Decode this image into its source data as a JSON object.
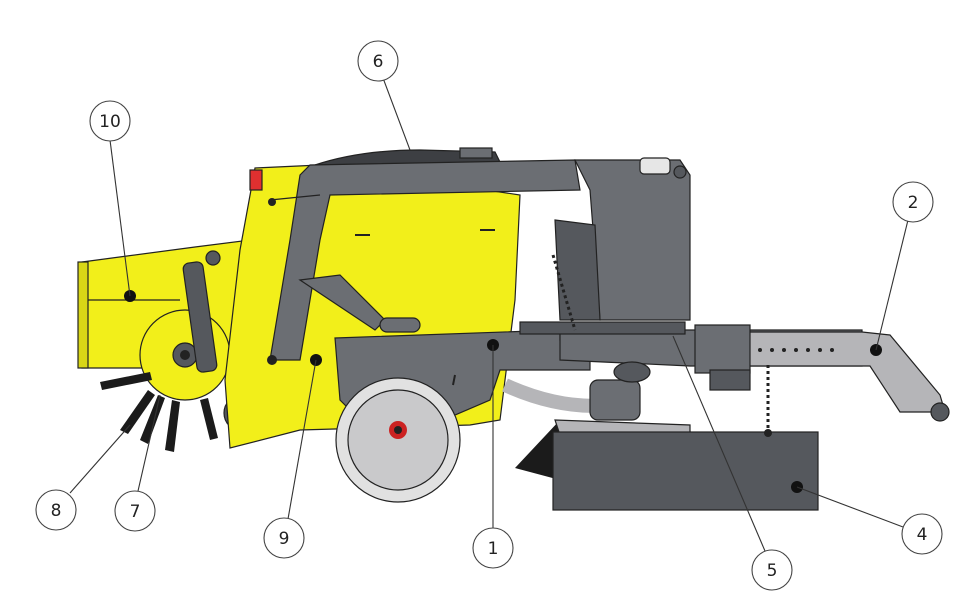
{
  "figure": {
    "colors": {
      "body_yellow": "#f2ef1a",
      "frame_gray": "#6b6e73",
      "dark_gray": "#55585d",
      "light_gray": "#b5b5b8",
      "brush_black": "#1b1b1b",
      "line": "#222222"
    },
    "callouts": [
      {
        "label": "1"
      },
      {
        "label": "2"
      },
      {
        "label": "4"
      },
      {
        "label": "5"
      },
      {
        "label": "6"
      },
      {
        "label": "7"
      },
      {
        "label": "8"
      },
      {
        "label": "9"
      },
      {
        "label": "10"
      }
    ]
  }
}
